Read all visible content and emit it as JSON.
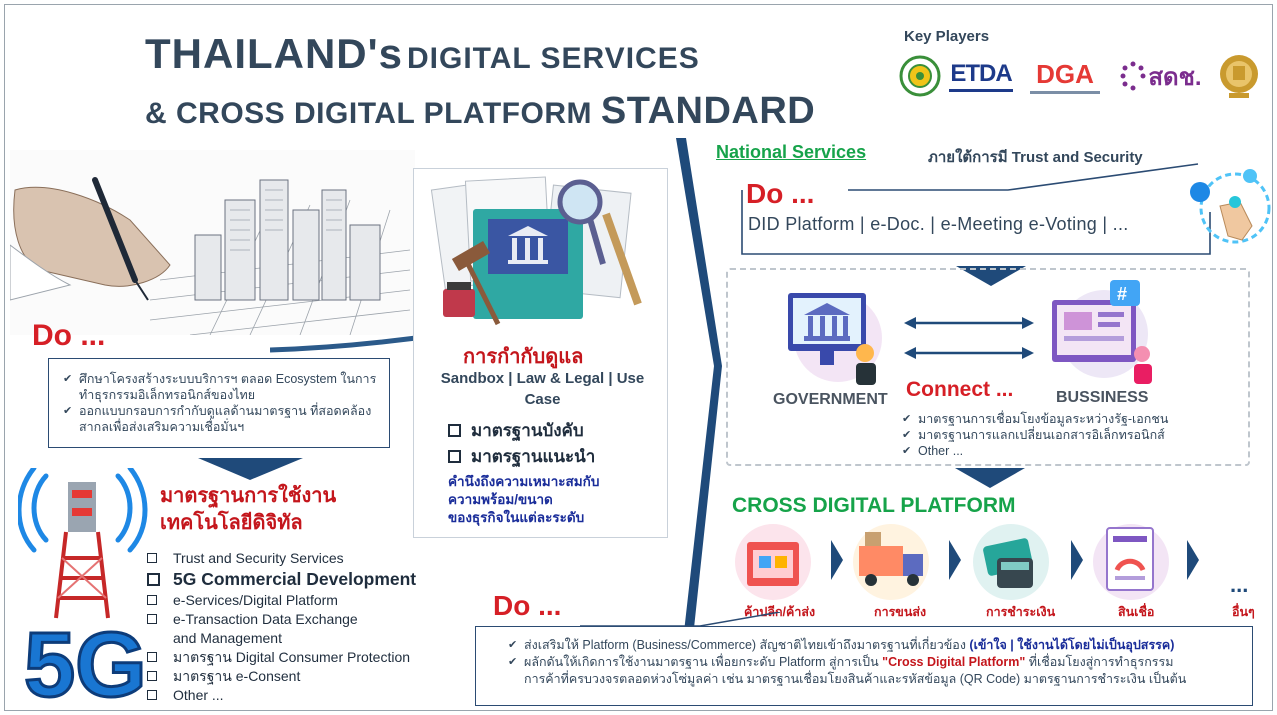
{
  "title": {
    "line1_main": "THAILAND's",
    "line1_rest": "DIGITAL SERVICES",
    "line2_rest": "& CROSS DIGITAL PLATFORM",
    "line2_main": "STANDARD"
  },
  "key_players": {
    "title": "Key Players",
    "logos": [
      "ETDA",
      "DGA",
      "สดช."
    ]
  },
  "left_do": {
    "label": "Do ...",
    "bullets": [
      "ศึกษาโครงสร้างระบบบริการฯ ตลอด Ecosystem ในการทำธุรกรรมอิเล็กทรอนิกส์ของไทย",
      "ออกแบบกรอบการกำกับดูแลด้านมาตรฐาน ที่สอดคล้องสากลเพื่อส่งเสริมความเชื่อมั่นฯ"
    ]
  },
  "regulation": {
    "title": "การกำกับดูแล",
    "subtitle": "Sandbox | Law & Legal | Use Case",
    "checks": [
      "มาตรฐานบังคับ",
      "มาตรฐานแนะนำ"
    ],
    "note_lines": [
      "คำนึงถึงความเหมาะสมกับ",
      "ความพร้อม/ขนาด",
      "ของธุรกิจในแต่ละระดับ"
    ]
  },
  "tech_standard": {
    "title_lines": [
      "มาตรฐานการใช้งาน",
      "เทคโนโลยีดิจิทัล"
    ],
    "badge": "5G",
    "items": [
      {
        "text": "Trust and Security Services",
        "big": false
      },
      {
        "text": "5G Commercial Development",
        "big": true
      },
      {
        "text": "e-Services/Digital Platform",
        "big": false
      },
      {
        "text": "e-Transaction Data Exchange",
        "big": false
      },
      {
        "text": "and Management",
        "big": false,
        "cont": true
      },
      {
        "text": "มาตรฐาน Digital Consumer Protection",
        "big": false
      },
      {
        "text": "มาตรฐาน e-Consent",
        "big": false
      },
      {
        "text": "Other ...",
        "big": false
      }
    ]
  },
  "national": {
    "title": "National Services",
    "rest": "ภายใต้การมี Trust and Security",
    "do_label": "Do ...",
    "services": "DID Platform | e-Doc. | e-Meeting e-Voting | ..."
  },
  "connect": {
    "government": "GOVERNMENT",
    "business": "BUSSINESS",
    "label": "Connect ...",
    "bullets": [
      "มาตรฐานการเชื่อมโยงข้อมูลระหว่างรัฐ-เอกชน",
      "มาตรฐานการแลกเปลี่ยนเอกสารอิเล็กทรอนิกส์",
      "Other ..."
    ]
  },
  "cdp": {
    "title": "CROSS DIGITAL PLATFORM",
    "steps": [
      "ค้าปลีก/ค้าส่ง",
      "การขนส่ง",
      "การชำระเงิน",
      "สินเชื่อ"
    ],
    "more_dots": "...",
    "more": "อื่นๆ"
  },
  "bottom_do": {
    "label": "Do ...",
    "b1_pre": "ส่งเสริมให้ Platform (Business/Commerce) สัญชาติไทยเข้าถึงมาตรฐานที่เกี่ยวข้อง",
    "b1_hl": "(เข้าใจ | ใช้งานได้โดยไม่เป็นอุปสรรค)",
    "b2_pre": "ผลักดันให้เกิดการใช้งานมาตรฐาน เพื่อยกระดับ Platform สู่การเป็น",
    "b2_hl": "\"Cross Digital Platform\"",
    "b2_post": "ที่เชื่อมโยงสู่การทำธุรกรรม",
    "b2_line2": "การค้าที่ครบวงจรตลอดห่วงโซ่มูลค่า เช่น มาตรฐานเชื่อมโยงสินค้าและรหัสข้อมูล (QR Code) มาตรฐานการชำระเงิน เป็นต้น"
  },
  "colors": {
    "navy": "#1f4a7a",
    "red": "#d61f26",
    "green": "#16a34a",
    "title_gray": "#33475b"
  }
}
